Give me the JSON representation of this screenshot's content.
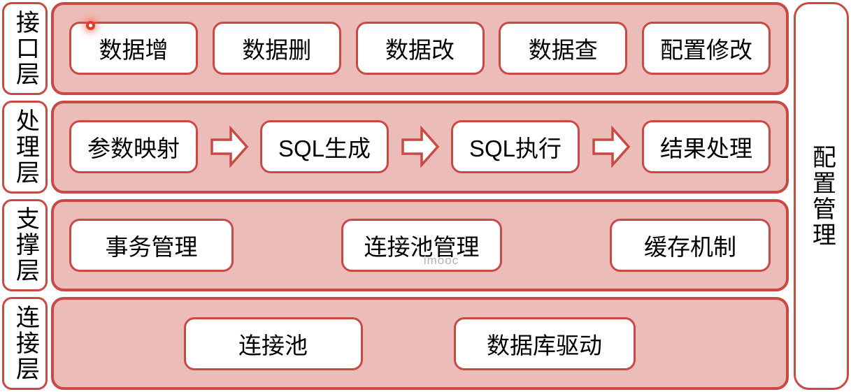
{
  "layers": [
    {
      "id": "interface",
      "label": "接口层",
      "boxes": [
        "数据增",
        "数据删",
        "数据改",
        "数据查",
        "配置修改"
      ]
    },
    {
      "id": "process",
      "label": "处理层",
      "boxes": [
        "参数映射",
        "SQL生成",
        "SQL执行",
        "结果处理"
      ]
    },
    {
      "id": "support",
      "label": "支撑层",
      "boxes": [
        "事务管理",
        "连接池管理",
        "缓存机制"
      ]
    },
    {
      "id": "connection",
      "label": "连接层",
      "boxes": [
        "连接池",
        "数据库驱动"
      ]
    }
  ],
  "side_label": "配置管理",
  "watermark": "imooc",
  "colors": {
    "border_red": "#C94A45",
    "band_pink": "#ECBDB8",
    "box_white": "#FFFFFF",
    "text_black": "#000000",
    "watermark_gray": "#B3B3B3",
    "pointer_red": "#E6392B"
  }
}
